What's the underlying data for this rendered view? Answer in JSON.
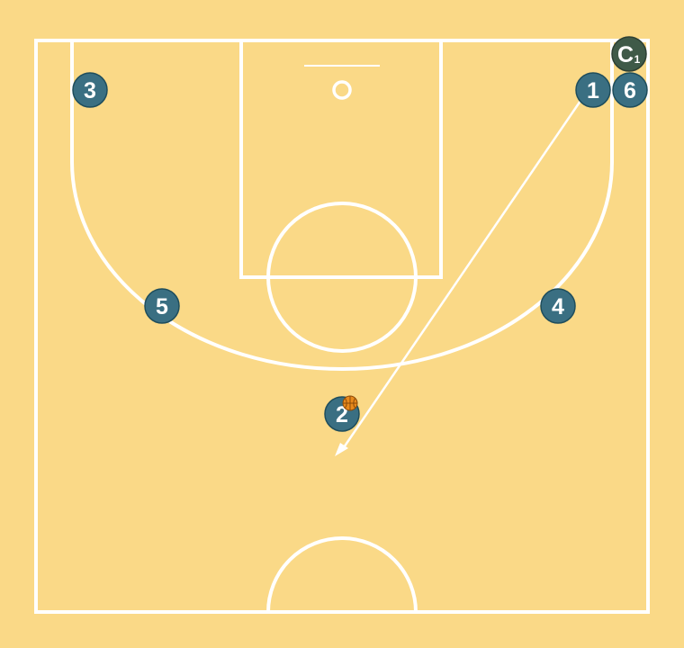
{
  "colors": {
    "court_background": "#FAD987",
    "court_lines": "#ffffff",
    "player_fill": "#3A6F82",
    "player_stroke": "#1e4d5c",
    "coach_fill": "#3F5A48",
    "ball_fill": "#E8891C",
    "arrow": "#ffffff"
  },
  "players": [
    {
      "id": "player-1",
      "label": "1"
    },
    {
      "id": "player-2",
      "label": "2",
      "has_ball": true
    },
    {
      "id": "player-3",
      "label": "3"
    },
    {
      "id": "player-4",
      "label": "4"
    },
    {
      "id": "player-5",
      "label": "5"
    },
    {
      "id": "player-6",
      "label": "6"
    }
  ],
  "coach": {
    "label": "C",
    "subscript": "1"
  },
  "movement": {
    "from": "player-1",
    "type": "cut",
    "icon": "arrow"
  }
}
